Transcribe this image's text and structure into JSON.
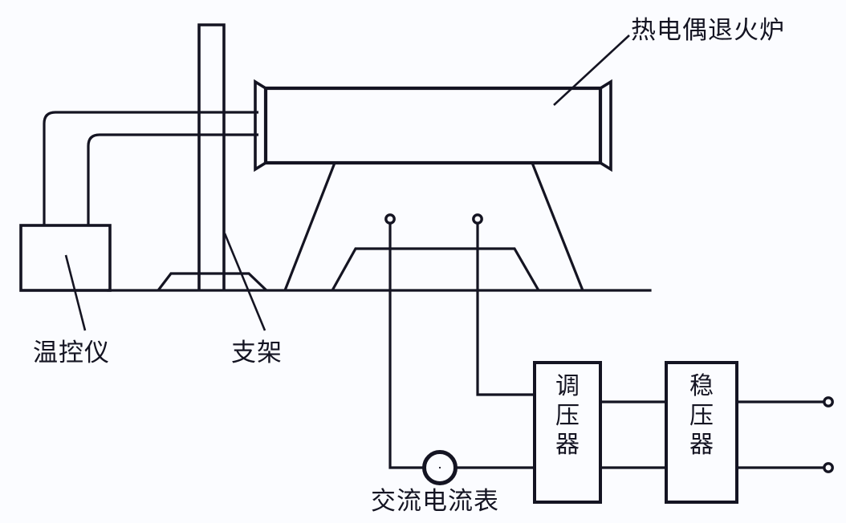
{
  "diagram": {
    "title_label": "热电偶退火炉",
    "background_color": "#fbfcff",
    "line_color": "#141422",
    "labels": {
      "furnace": "热电偶退火炉",
      "temperature_controller": "温控仪",
      "bracket": "支架",
      "ac_ammeter": "交流电流表",
      "voltage_regulator": "调压器",
      "voltage_stabilizer": "稳压器"
    },
    "components": [
      {
        "name": "thermocouple-annealing-furnace",
        "label": "热电偶退火炉",
        "shape": "tube-with-flanges"
      },
      {
        "name": "temperature-controller",
        "label": "温控仪",
        "shape": "rectangle-box"
      },
      {
        "name": "support-bracket",
        "label": "支架",
        "shape": "vertical-post"
      },
      {
        "name": "ac-ammeter",
        "label": "交流电流表",
        "shape": "circle-meter"
      },
      {
        "name": "voltage-regulator",
        "label": "调压器",
        "shape": "rectangle-box"
      },
      {
        "name": "voltage-stabilizer",
        "label": "稳压器",
        "shape": "rectangle-box"
      }
    ]
  }
}
